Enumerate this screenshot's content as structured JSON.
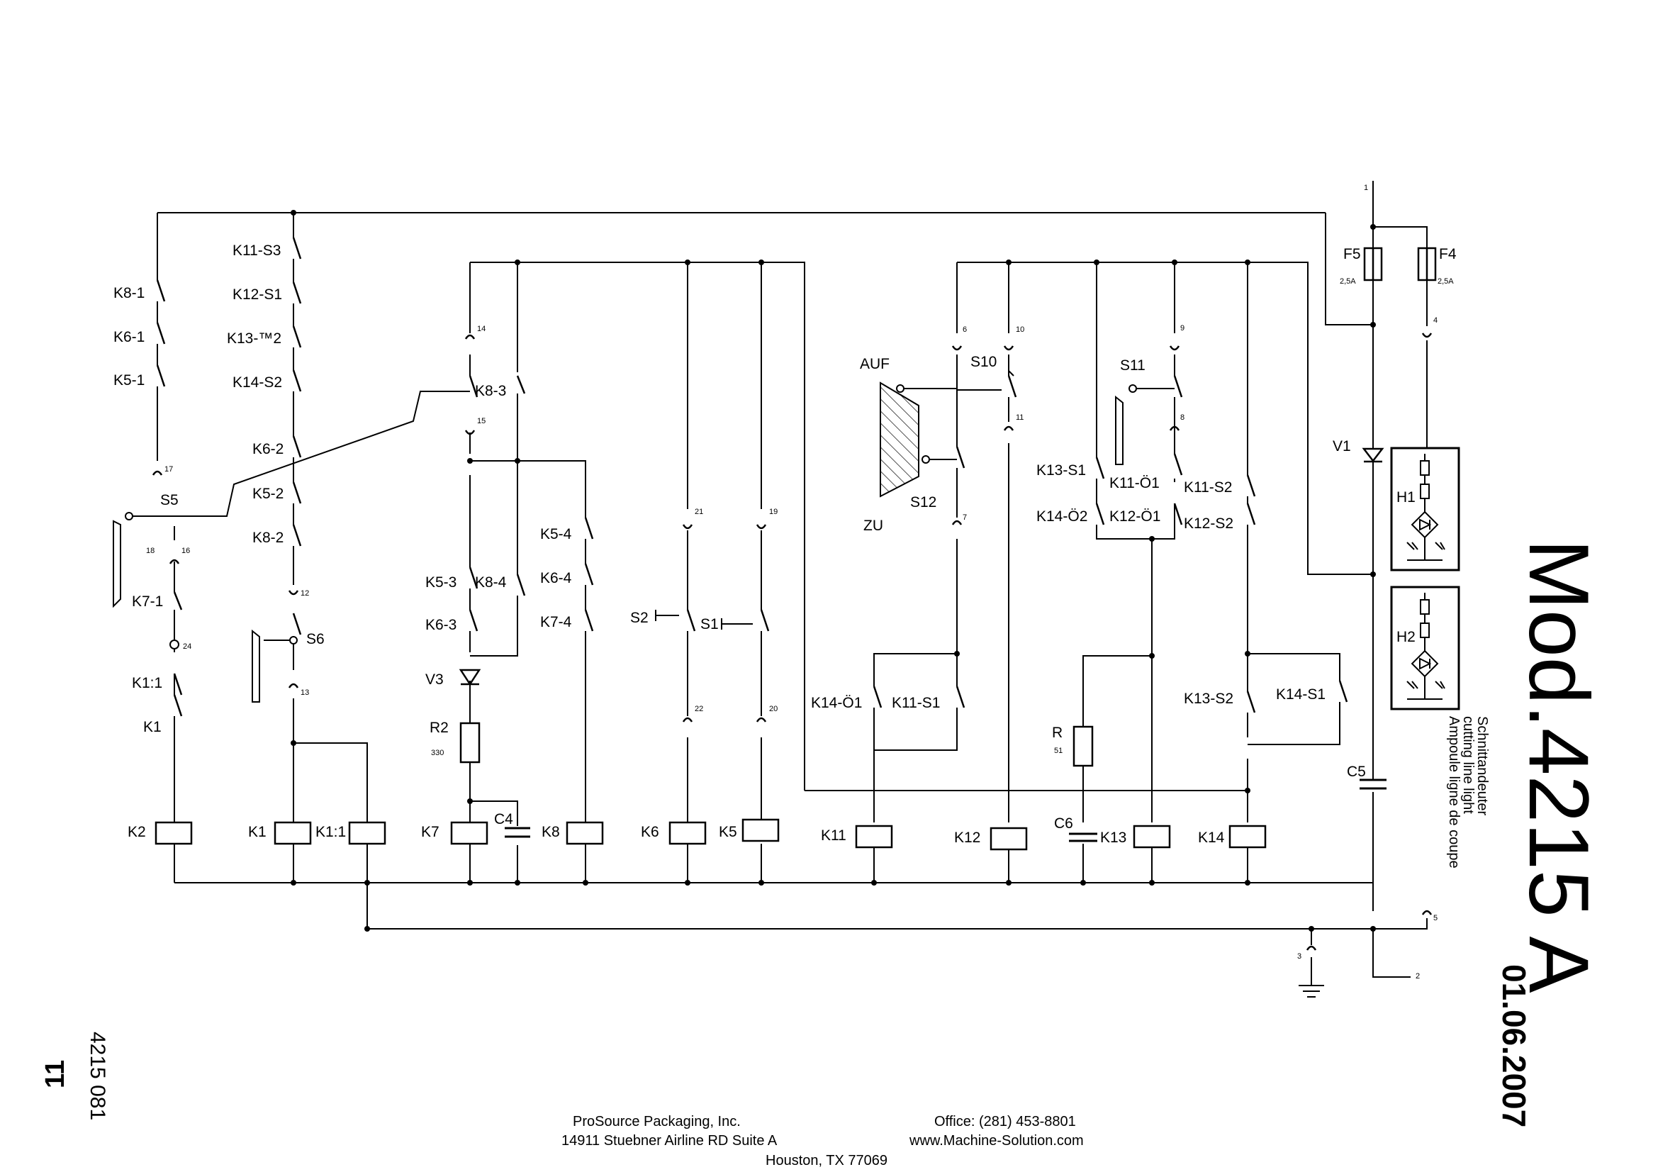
{
  "title": "Mod.4215 A",
  "date": "01.06.2007",
  "document_number": "4215 081",
  "page_number": "11",
  "lamp_caption": [
    "Schnittandeuter",
    "cutting line light",
    "Ampoule ligne de coupe"
  ],
  "footer": {
    "company": "ProSource Packaging, Inc.",
    "street": "14911 Stuebner Airline RD Suite A",
    "city": "Houston, TX 77069",
    "office": "Office: (281) 453-8801",
    "website": "www.Machine-Solution.com"
  },
  "labels": {
    "K8_1": "K8-1",
    "K6_1": "K6-1",
    "K5_1": "K5-1",
    "S5": "S5",
    "K7_1": "K7-1",
    "K1_1c": "K1:1",
    "K1c": "K1",
    "K2": "K2",
    "K11_S3": "K11-S3",
    "K12_S1": "K12-S1",
    "K13_2": "K13-™2",
    "K14_S2": "K14-S2",
    "K6_2": "K6-2",
    "K5_2": "K5-2",
    "K8_2": "K8-2",
    "S6": "S6",
    "K1": "K1",
    "K1_1": "K1:1",
    "K8_3": "K8-3",
    "K5_3": "K5-3",
    "K8_4": "K8-4",
    "K6_3": "K6-3",
    "V3": "V3",
    "R2": "R2",
    "R2_val": "330",
    "K7": "K7",
    "C4": "C4",
    "K5_4": "K5-4",
    "K6_4": "K6-4",
    "K7_4": "K7-4",
    "K8": "K8",
    "S2": "S2",
    "S1": "S1",
    "K6": "K6",
    "K5": "K5",
    "AUF": "AUF",
    "ZU": "ZU",
    "S10": "S10",
    "S12": "S12",
    "K14_O1": "K14-Ö1",
    "K11_S1": "K11-S1",
    "K11": "K11",
    "K12": "K12",
    "S11": "S11",
    "K13_S1": "K13-S1",
    "K11_O1": "K11-Ö1",
    "K14_O2": "K14-Ö2",
    "K12_O1": "K12-Ö1",
    "R": "R",
    "R_val": "51",
    "C6": "C6",
    "K13": "K13",
    "K11_S2": "K11-S2",
    "K12_S2": "K12-S2",
    "K13_S2": "K13-S2",
    "K14_S1": "K14-S1",
    "K14": "K14",
    "F5": "F5",
    "F4": "F4",
    "F5_val": "2,5A",
    "F4_val": "2,5A",
    "V1": "V1",
    "H1": "H1",
    "H2": "H2",
    "C5": "C5"
  },
  "terminals": {
    "t1": "1",
    "t2": "2",
    "t3": "3",
    "t4": "4",
    "t5": "5",
    "t6": "6",
    "t7": "7",
    "t8": "8",
    "t9": "9",
    "t10": "10",
    "t11": "11",
    "t12": "12",
    "t13": "13",
    "t14": "14",
    "t15": "15",
    "t16": "16",
    "t17": "17",
    "t18": "18",
    "t19": "19",
    "t20": "20",
    "t21": "21",
    "t22": "22",
    "t24": "24"
  }
}
